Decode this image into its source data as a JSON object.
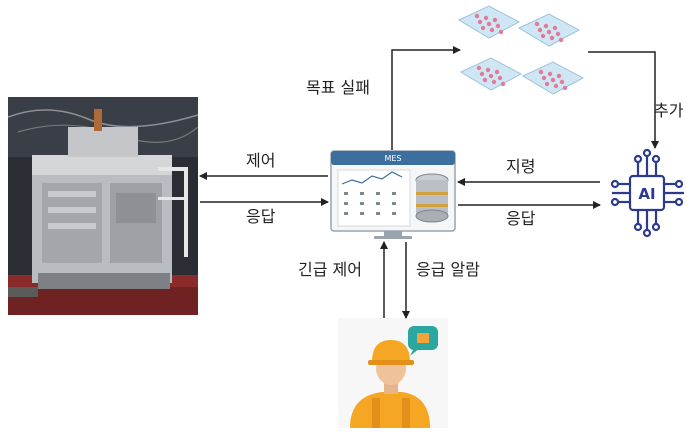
{
  "diagram": {
    "labels": {
      "control": "제어",
      "response_left": "응답",
      "command": "지령",
      "response_right": "응답",
      "target_fail": "목표 실패",
      "add": "추가",
      "emergency_control": "긴급 제어",
      "response_alarm": "응급 알람"
    },
    "mes_title": "MES",
    "ai_text": "AI",
    "colors": {
      "arrow": "#222222",
      "ai_blue": "#2b3a8f",
      "mes_header": "#3c6f9e",
      "worker_orange": "#f5a623",
      "chat_teal": "#2aa7a0",
      "wafer_blue": "#cfe6f5",
      "wafer_dot": "#e27a9a"
    },
    "icons": {
      "machine": "industrial-furnace-photo",
      "mes": "mes-monitor-database-icon",
      "ai": "ai-chip-icon",
      "worker": "worker-icon",
      "wafers": "wafer-grid-icon"
    }
  }
}
